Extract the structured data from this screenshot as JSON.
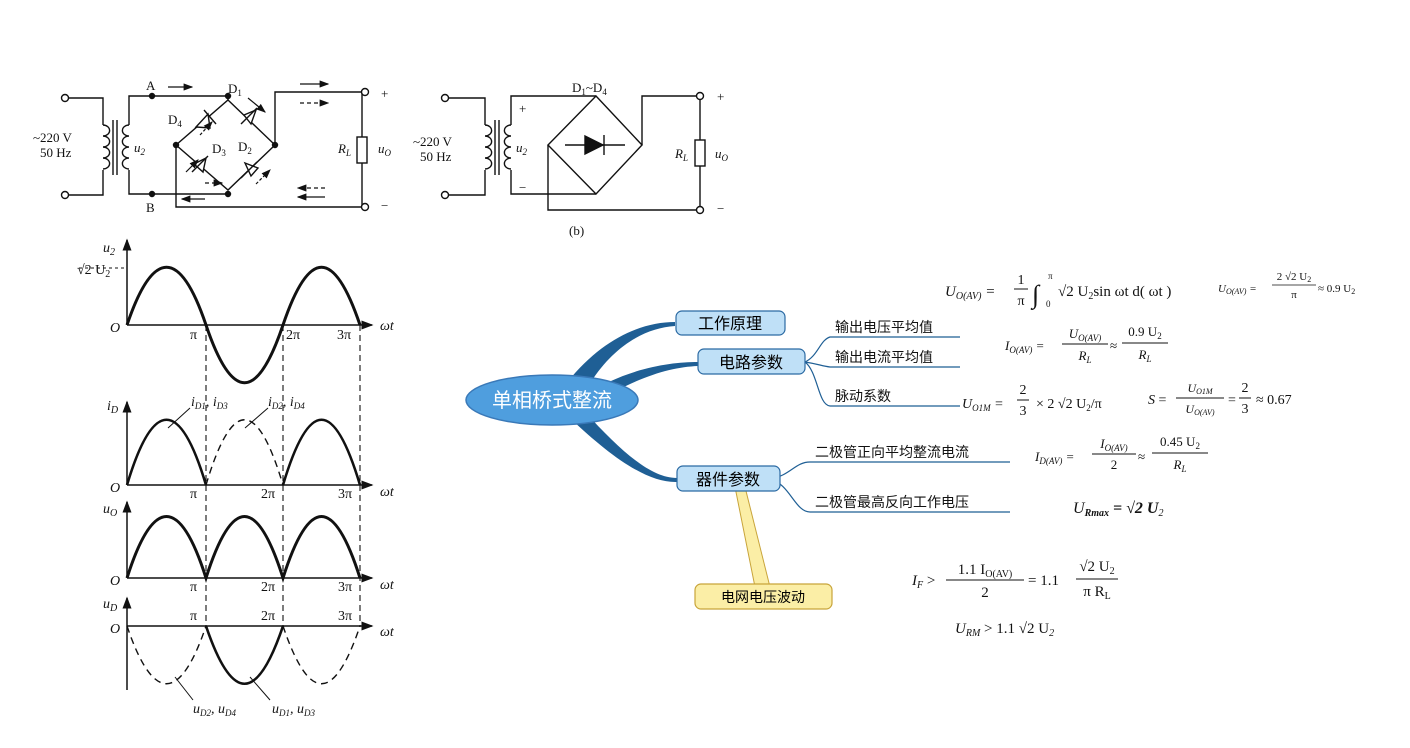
{
  "circuit_a": {
    "source_voltage": "~220 V",
    "source_freq": "50 Hz",
    "secondary": "u",
    "secondary_sub": "2",
    "node_a": "A",
    "node_b": "B",
    "d1": "D",
    "d1_sub": "1",
    "d2": "D",
    "d2_sub": "2",
    "d3": "D",
    "d3_sub": "3",
    "d4": "D",
    "d4_sub": "4",
    "load": "R",
    "load_sub": "L",
    "out": "u",
    "out_sub": "O",
    "plus": "+",
    "minus": "−"
  },
  "circuit_b": {
    "source_voltage": "~220 V",
    "source_freq": "50 Hz",
    "secondary": "u",
    "secondary_sub": "2",
    "bridge_label": "D",
    "bridge_sub1": "1",
    "bridge_tilde": "~D",
    "bridge_sub2": "4",
    "plus_in": "+",
    "minus_in": "−",
    "load": "R",
    "load_sub": "L",
    "out": "u",
    "out_sub": "O",
    "plus": "+",
    "minus": "−",
    "caption": "(b)"
  },
  "waveforms": {
    "axis_x": "ωt",
    "origin": "O",
    "ticks": [
      "π",
      "2π",
      "3π"
    ],
    "u2_label": "u",
    "u2_sub": "2",
    "u2_peak": "√2 U",
    "u2_peak_sub": "2",
    "id_label": "i",
    "id_sub": "D",
    "id_ann1": "i",
    "id_ann1_sub1": "D1",
    "id_ann1_mid": ", i",
    "id_ann1_sub2": "D3",
    "id_ann2": "i",
    "id_ann2_sub1": "D2",
    "id_ann2_mid": ", i",
    "id_ann2_sub2": "D4",
    "uo_label": "u",
    "uo_sub": "O",
    "ud_label": "u",
    "ud_sub": "D",
    "ud_ann1": "u",
    "ud_ann1_sub1": "D2",
    "ud_ann1_mid": ", u",
    "ud_ann1_sub2": "D4",
    "ud_ann2": "u",
    "ud_ann2_sub1": "D1",
    "ud_ann2_mid": ", u",
    "ud_ann2_sub2": "D3"
  },
  "mindmap": {
    "center": "单相桥式整流",
    "principle": "工作原理",
    "circuit_params": "电路参数",
    "device_params": "器件参数",
    "grid_fluct": "电网电压波动",
    "avg_voltage": "输出电压平均值",
    "avg_current": "输出电流平均值",
    "ripple": "脉动系数",
    "diode_avg_current": "二极管正向平均整流电流",
    "diode_max_rev": "二极管最高反向工作电压",
    "colors": {
      "center_fill": "#4f9ede",
      "node_fill": "#bfe0f7",
      "node_stroke": "#2b6aa3",
      "yellow_fill": "#fbeea6",
      "yellow_stroke": "#c8a43a",
      "link": "#1f5f95"
    }
  },
  "formulas": {
    "uoav": "U",
    "uoav_sub": "O(AV)",
    "eq": "=",
    "one": "1",
    "pi": "π",
    "int_top": "π",
    "int_bot": "0",
    "uoav_body": "√2 U",
    "uoav_body_sub": "2",
    "uoav_body_tail": "sin  ωt d( ωt )",
    "uoav2_lhs": "U",
    "uoav2_lhs_sub": "O(AV)",
    "uoav2_num": "2 √2 U",
    "uoav2_num_sub": "2",
    "uoav2_den": "π",
    "uoav2_rhs": "≈ 0.9 U",
    "uoav2_rhs_sub": "2",
    "ioav_lhs": "I",
    "ioav_lhs_sub": "O(AV)",
    "ioav_num": "U",
    "ioav_num_sub": "O(AV)",
    "ioav_den": "R",
    "ioav_den_sub": "L",
    "approx": "≈",
    "ioav_num2": "0.9 U",
    "ioav_num2_sub": "2",
    "ioav_den2": "R",
    "ioav_den2_sub": "L",
    "uo1m_lhs": "U",
    "uo1m_lhs_sub": "O1M",
    "uo1m_num": "2",
    "uo1m_den": "3",
    "uo1m_tail": "× 2 √2 U",
    "uo1m_tail_sub": "2",
    "uo1m_tail2": "/π",
    "s_lhs": "S",
    "s_num": "U",
    "s_num_sub": "O1M",
    "s_den": "U",
    "s_den_sub": "O(AV)",
    "s_n2": "2",
    "s_d2": "3",
    "s_val": "≈ 0.67",
    "idav_lhs": "I",
    "idav_lhs_sub": "D(AV)",
    "idav_num": "I",
    "idav_num_sub": "O(AV)",
    "idav_den": "2",
    "idav_num2": "0.45 U",
    "idav_num2_sub": "2",
    "idav_den2": "R",
    "idav_den2_sub": "L",
    "urmax_lhs": "U",
    "urmax_lhs_sub": "Rmax",
    "urmax_rhs": "= √2 U",
    "urmax_rhs_sub": "2",
    "if_lhs": "I",
    "if_lhs_sub": "F",
    "gt": ">",
    "if_num": "1.1 I",
    "if_num_sub": "O(AV)",
    "if_den": "2",
    "if_mid": "= 1.1",
    "if_num2": "√2 U",
    "if_num2_sub": "2",
    "if_den2": "π R",
    "if_den2_sub": "L",
    "urm_lhs": "U",
    "urm_lhs_sub": "RM",
    "urm_rhs": "> 1.1 √2 U",
    "urm_rhs_sub": "2"
  }
}
